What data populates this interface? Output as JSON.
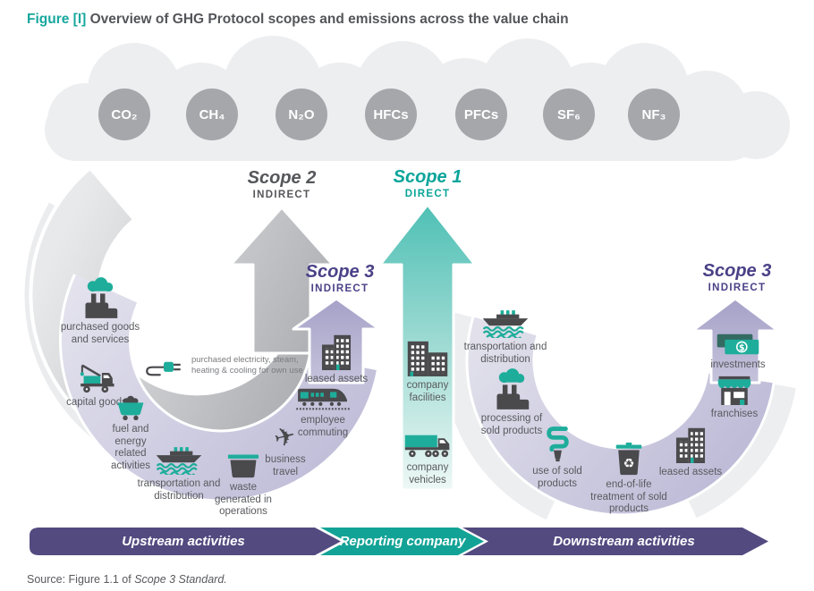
{
  "title": {
    "prefix": "Figure [I]",
    "text": " Overview of GHG Protocol scopes and emissions across the value chain"
  },
  "gases": [
    {
      "label": "CO₂"
    },
    {
      "label": "CH₄"
    },
    {
      "label": "N₂O"
    },
    {
      "label": "HFCs"
    },
    {
      "label": "PFCs"
    },
    {
      "label": "SF₆"
    },
    {
      "label": "NF₃"
    }
  ],
  "scopes": {
    "scope2": {
      "name": "Scope 2",
      "type": "INDIRECT"
    },
    "scope1": {
      "name": "Scope 1",
      "type": "DIRECT"
    },
    "scope3_upstream": {
      "name": "Scope 3",
      "type": "INDIRECT"
    },
    "scope3_downstream": {
      "name": "Scope 3",
      "type": "INDIRECT"
    }
  },
  "upstream": {
    "items": [
      {
        "label": "purchased goods and services",
        "icon": "factory-with-cloud"
      },
      {
        "label": "purchased electricity, steam, heating & cooling for own use",
        "icon": "plug"
      },
      {
        "label": "capital goods",
        "icon": "crane-truck"
      },
      {
        "label": "fuel and energy related activities",
        "icon": "mine-cart"
      },
      {
        "label": "transportation and distribution",
        "icon": "cargo-ship"
      },
      {
        "label": "waste generated in operations",
        "icon": "dumpster"
      },
      {
        "label": "business travel",
        "icon": "airplane"
      },
      {
        "label": "employee commuting",
        "icon": "commuter-train"
      },
      {
        "label": "leased assets",
        "icon": "office-building"
      }
    ]
  },
  "reporting_company": {
    "items": [
      {
        "label": "company facilities",
        "icon": "city-buildings"
      },
      {
        "label": "company vehicles",
        "icon": "delivery-truck"
      }
    ]
  },
  "downstream": {
    "items": [
      {
        "label": "transportation and distribution",
        "icon": "cargo-ship"
      },
      {
        "label": "processing of sold products",
        "icon": "factory-with-cloud"
      },
      {
        "label": "use of sold products",
        "icon": "cfl-bulb"
      },
      {
        "label": "end-of-life treatment of sold products",
        "icon": "recycle-bin"
      },
      {
        "label": "leased assets",
        "icon": "office-building"
      },
      {
        "label": "franchises",
        "icon": "storefront"
      },
      {
        "label": "investments",
        "icon": "money-bills"
      }
    ]
  },
  "bottom_bar": {
    "upstream": "Upstream activities",
    "reporting": "Reporting company",
    "downstream": "Downstream activities"
  },
  "source": {
    "prefix": "Source: Figure 1.1 of ",
    "work": "Scope 3 Standard."
  },
  "colors": {
    "teal": "#14a89b",
    "icon_teal": "#1ead9b",
    "icon_dark": "#4a4a4d",
    "purple_text": "#4a4187",
    "purple_band": "#c0bdd8",
    "bar_purple": "#534a80",
    "bar_teal": "#12a396",
    "gray_band": "#c3c4c7",
    "gas_circle": "#a5a7ab",
    "cloud": "#edeef0",
    "label_gray": "#595a5e"
  }
}
